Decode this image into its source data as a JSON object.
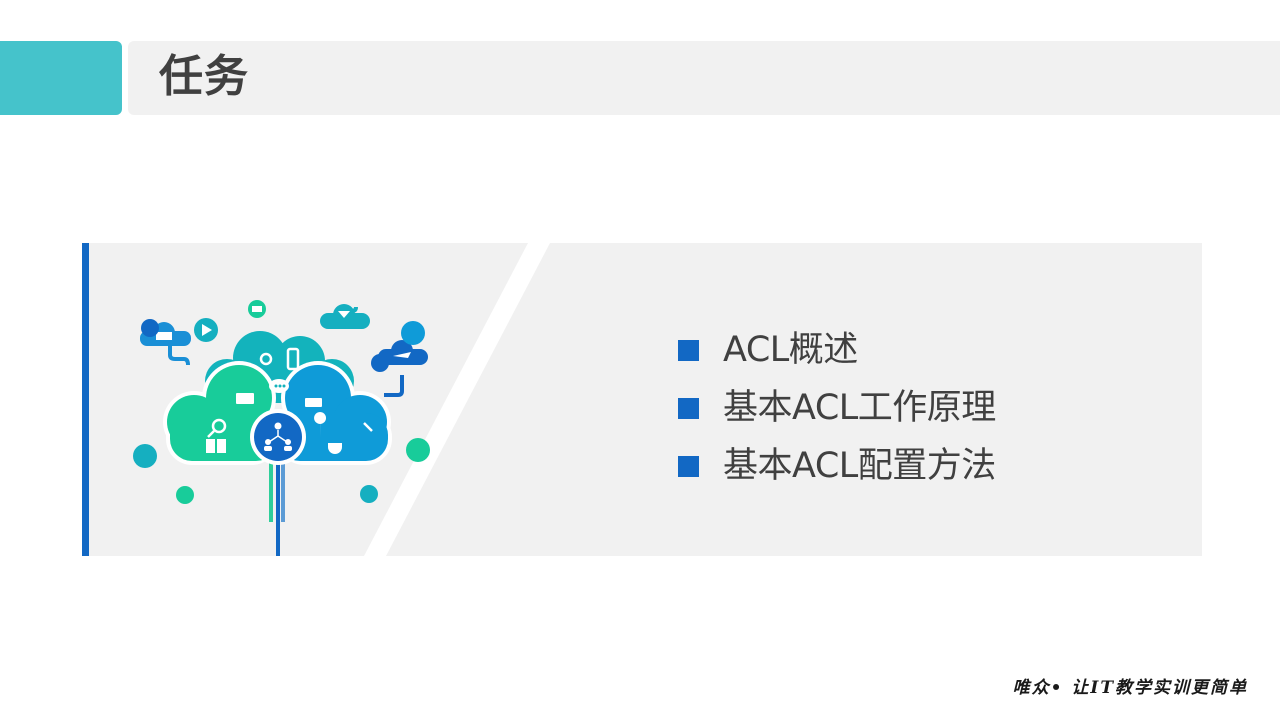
{
  "header": {
    "title": "任务",
    "accent_color": "#45c3cb",
    "bar_color": "#f1f1f1"
  },
  "panel": {
    "background_color": "#f1f1f1",
    "left_bar_color": "#1268c4",
    "illustration": {
      "description": "cloud-computing-tree",
      "icons": [
        "headphones-icon",
        "play-icon",
        "mail-icon",
        "cocktail-cloud-icon",
        "music-note-icon",
        "car-icon",
        "shopping-basket-cloud-icon",
        "airplane-cloud-icon",
        "camera-icon",
        "rss-icon",
        "globe-icon",
        "cutlery-icon",
        "gear-icon",
        "phone-icon",
        "chat-bubble-icon",
        "briefcase-icon",
        "search-icon",
        "book-icon",
        "network-people-icon",
        "credit-card-icon",
        "location-pin-icon",
        "wrench-icon",
        "coffee-icon"
      ]
    }
  },
  "tasks": {
    "bullet_color": "#1268c4",
    "items": [
      {
        "label": "ACL概述"
      },
      {
        "label": "基本ACL工作原理"
      },
      {
        "label": "基本ACL配置方法"
      }
    ]
  },
  "footer": {
    "slogan": "唯众• 让IT教学实训更简单"
  }
}
